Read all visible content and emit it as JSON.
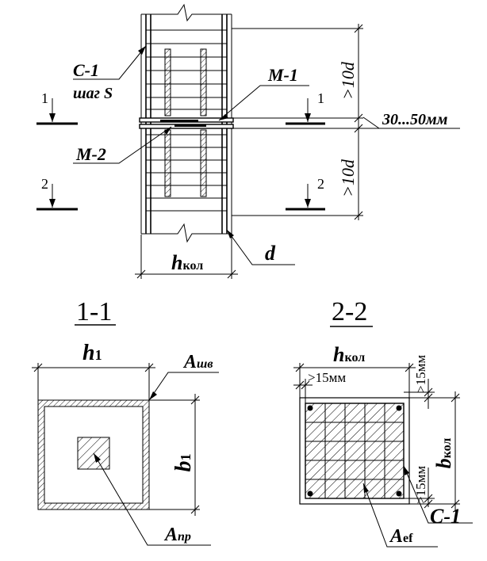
{
  "elevation": {
    "stirrup_label": "С-1",
    "stirrup_pitch_label": "шаг S",
    "mesh1_label": "М-1",
    "mesh2_label": "М-2",
    "anchor_top_label": ">10d",
    "anchor_bottom_label": ">10d",
    "joint_gap_label": "30...50мм",
    "bar_diameter_label": "d",
    "column_width_label": "h",
    "column_width_subscript": "кол",
    "cut1_mark_left": "1",
    "cut1_mark_right": "1",
    "cut2_mark_left": "2",
    "cut2_mark_right": "2"
  },
  "section_1_1": {
    "title": "1-1",
    "width_label": "h",
    "width_subscript": "1",
    "height_label": "b",
    "height_subscript": "1",
    "weld_label": "A",
    "weld_subscript": "шв",
    "core_label": "A",
    "core_subscript": "пр"
  },
  "section_2_2": {
    "title": "2-2",
    "width_label": "h",
    "width_subscript": "кол",
    "height_label": "b",
    "height_subscript": "кол",
    "cover_top_label": ">15мм",
    "cover_right_top_label": ">15мм",
    "cover_right_bottom_label": ">15мм",
    "stirrup_label": "С-1",
    "effective_area_label": "A",
    "effective_area_subscript": "ef"
  }
}
